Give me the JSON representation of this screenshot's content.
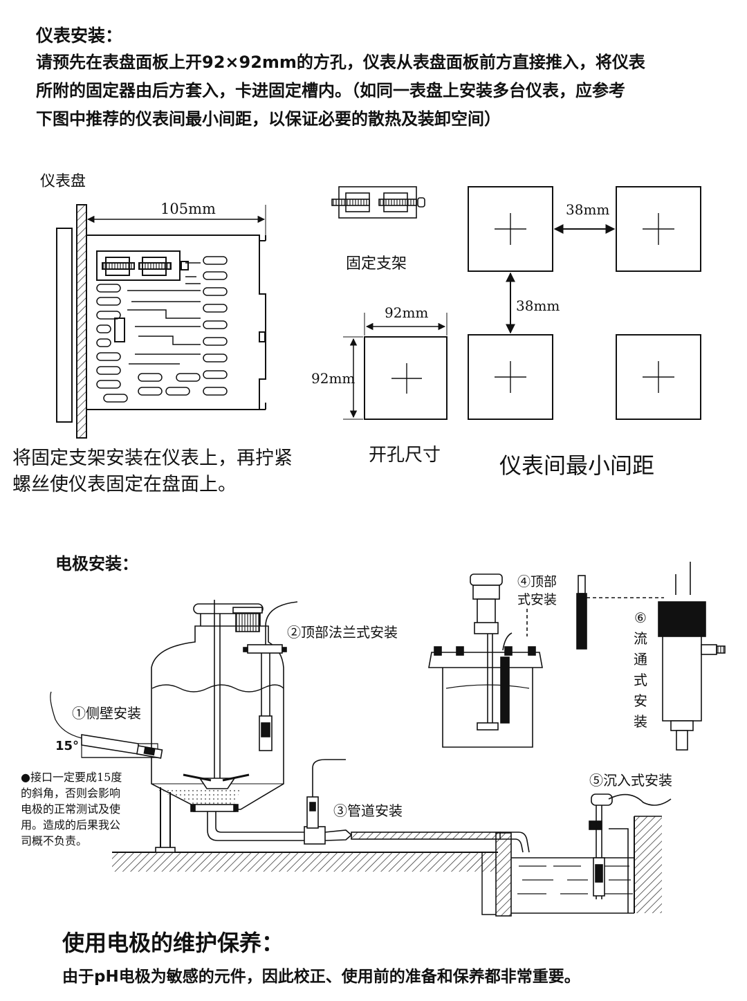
{
  "install": {
    "heading": "仪表安装：",
    "paragraph_lines": [
      "请预先在表盘面板上开92×92mm的方孔，仪表从表盘面板前方直接推入，将仪表",
      "所附的固定器由后方套入，卡进固定槽内。（如同一表盘上安装多台仪表，应参考",
      "下图中推荐的仪表间最小间距，以保证必要的散热及装卸空间）"
    ],
    "panel_label": "仪表盘",
    "depth_label": "105mm",
    "bracket_label": "固定支架",
    "width_label": "92mm",
    "height_label": "92mm",
    "cutout_caption": "开孔尺寸",
    "spacing_h_label": "38mm",
    "spacing_v_label": "38mm",
    "spacing_caption": "仪表间最小间距",
    "mount_caption_lines": [
      "将固定支架安装在仪表上，再拧紧",
      "螺丝使仪表固定在盘面上。"
    ]
  },
  "electrode": {
    "heading": "电极安装：",
    "side_wall": "①侧壁安装",
    "angle": "15°",
    "top_flange": "②顶部法兰式安装",
    "pipe": "③管道安装",
    "top_line1": "④顶部",
    "top_line2": "式安装",
    "immersion": "⑤沉入式安装",
    "flow_chars": [
      "⑥",
      "流",
      "通",
      "式",
      "安",
      "装"
    ],
    "note_lines": [
      "●接口一定要成15度",
      "的斜角，否则会影响",
      "电极的正常测试及使",
      "用。造成的后果我公",
      "司概不负责。"
    ]
  },
  "maintenance": {
    "heading": "使用电极的维护保养：",
    "text": "由于pH电极为敏感的元件，因此校正、使用前的准备和保养都非常重要。"
  }
}
